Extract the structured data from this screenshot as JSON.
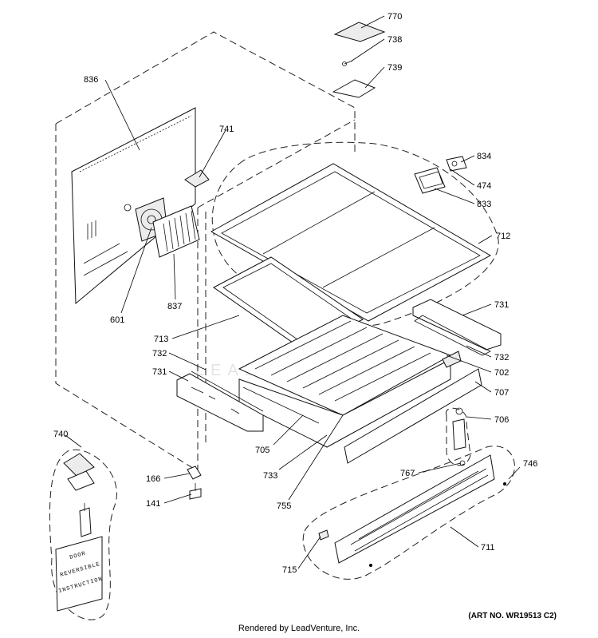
{
  "parts": {
    "p770": "770",
    "p738": "738",
    "p739": "739",
    "p836": "836",
    "p741": "741",
    "p834": "834",
    "p474": "474",
    "p833": "833",
    "p712": "712",
    "p601": "601",
    "p837": "837",
    "p713": "713",
    "p731a": "731",
    "p732a": "732",
    "p702": "702",
    "p707": "707",
    "p706": "706",
    "p732b": "732",
    "p731b": "731",
    "p705": "705",
    "p733": "733",
    "p755": "755",
    "p740": "740",
    "p746": "746",
    "p767": "767",
    "p166": "166",
    "p141": "141",
    "p711": "711",
    "p715": "715"
  },
  "instruction_card": [
    "DOOR",
    "REVERSIBLE",
    "INSTRUCTION"
  ],
  "watermark": "LEADVENTURE",
  "footer": {
    "rendered_by": "Rendered by LeadVenture, Inc.",
    "art_no": "(ART NO. WR19513 C2)"
  }
}
